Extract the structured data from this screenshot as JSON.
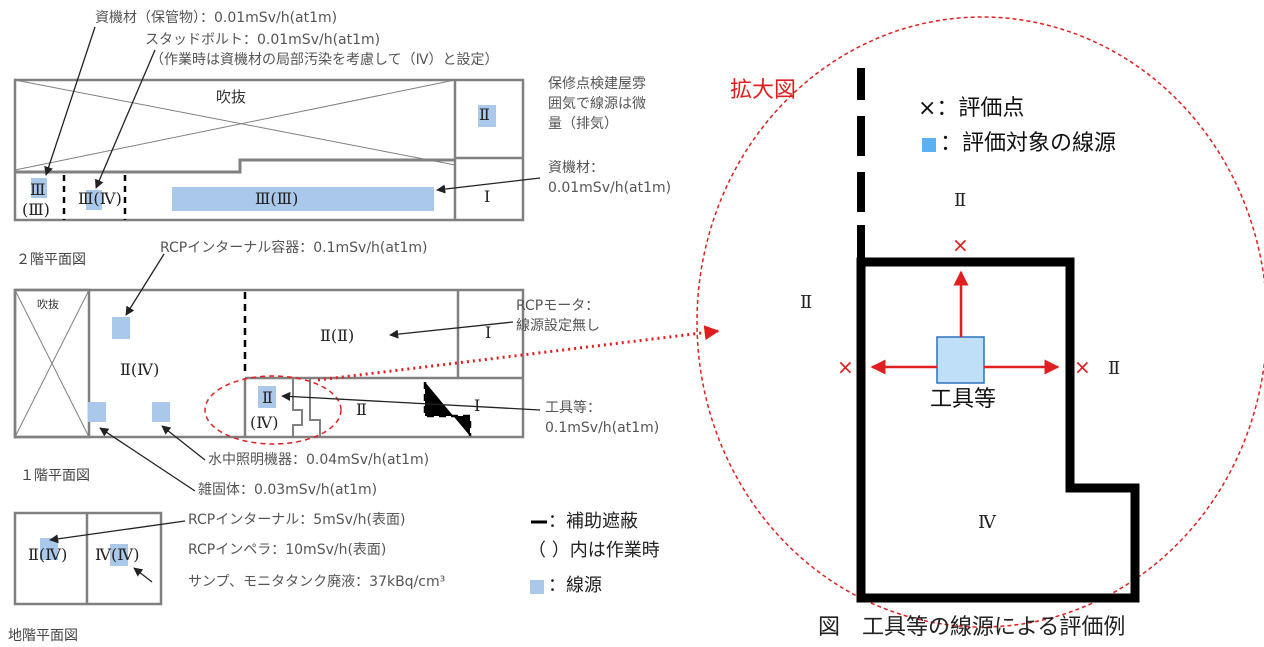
{
  "colors": {
    "source": "#a9c8ea",
    "source_dark": "#8fb6e3",
    "wall": "#808080",
    "zoom_wall": "#000000",
    "arrow_red": "#e02020",
    "circle_red": "#e02020",
    "legend_blue": "#5ab0f0"
  },
  "notes": {
    "n1": "資機材（保管物）：0.01mSv/h(at1m)",
    "n2": "スタッドボルト：0.01mSv/h(at1m)",
    "n3": "（作業時は資機材の局部汚染を考慮して（Ⅳ）と設定）",
    "n4a": "保修点検建屋雰",
    "n4b": "囲気で線源は微",
    "n4c": "量（排気）",
    "n5a": "資機材：",
    "n5b": "0.01mSv/h(at1m)",
    "n6": "RCPインターナル容器：0.1mSv/h(at1m)",
    "n7a": "RCPモータ：",
    "n7b": "線源設定無し",
    "n8a": "工具等：",
    "n8b": "0.1mSv/h(at1m)",
    "n9": "水中照明機器：0.04mSv/h(at1m)",
    "n10": "雑固体：0.03mSv/h(at1m)",
    "n11": "RCPインターナル：5mSv/h(表面)",
    "n12": "RCPインペラ：10mSv/h(表面)",
    "n13": "サンプ、モニタタンク廃液：37kBq/cm³"
  },
  "floors": {
    "f2": {
      "caption": "２階平面図",
      "fukinuke": "吹抜",
      "zones": {
        "z1": "Ⅱ",
        "z2": "Ⅲ",
        "z3": "(Ⅲ)",
        "z4": "Ⅲ(Ⅳ)",
        "z5": "Ⅲ(Ⅲ)",
        "z6": "Ⅰ"
      }
    },
    "f1": {
      "caption": "１階平面図",
      "fukinuke": "吹抜",
      "zones": {
        "z1": "Ⅱ(Ⅳ)",
        "z2": "Ⅱ(Ⅱ)",
        "z3": "Ⅰ",
        "z4": "Ⅱ",
        "z5": "(Ⅳ)",
        "z6": "Ⅱ",
        "z7": "Ⅰ"
      }
    },
    "b1": {
      "caption": "地階平面図",
      "zones": {
        "z1": "Ⅱ(Ⅳ)",
        "z2": "Ⅳ(Ⅳ)"
      }
    }
  },
  "legend": {
    "shield": "：補助遮蔽",
    "paren": "（ ）内は作業時",
    "source": "：線源"
  },
  "zoom": {
    "label": "拡大図",
    "eval_point": "×：評価点",
    "eval_source": "：評価対象の線源",
    "zone_top": "Ⅱ",
    "zone_left": "Ⅱ",
    "zone_right": "Ⅱ",
    "zone_bottom": "Ⅳ",
    "tools": "工具等",
    "mark": "×"
  },
  "caption_main": "図　工具等の線源による評価例"
}
